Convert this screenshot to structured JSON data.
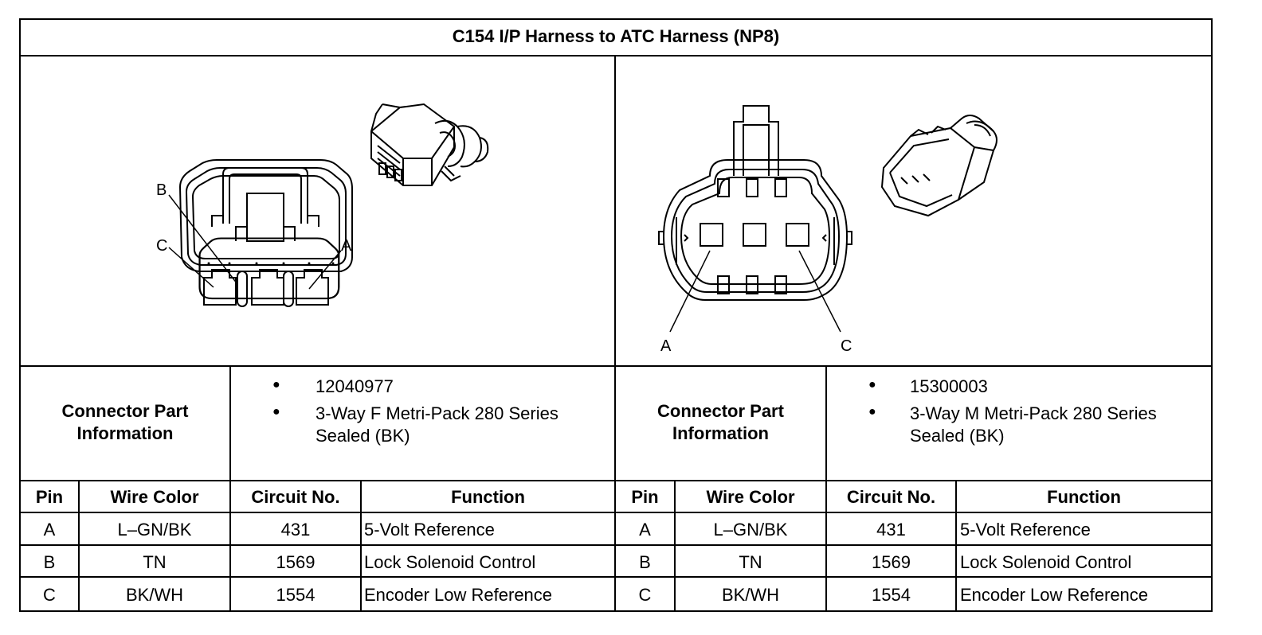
{
  "title": "C154 I/P Harness to ATC Harness (NP8)",
  "connectors": [
    {
      "info_label_line1": "Connector Part",
      "info_label_line2": "Information",
      "part_number": "12040977",
      "description_line1": "3-Way F Metri-Pack 280 Series",
      "description_line2": "Sealed (BK)",
      "pin_labels": {
        "a": "A",
        "b": "B",
        "c": "C"
      }
    },
    {
      "info_label_line1": "Connector Part",
      "info_label_line2": "Information",
      "part_number": "15300003",
      "description_line1": "3-Way M Metri-Pack 280 Series",
      "description_line2": "Sealed (BK)",
      "pin_labels": {
        "a": "A",
        "c": "C"
      }
    }
  ],
  "table_headers": [
    "Pin",
    "Wire Color",
    "Circuit No.",
    "Function"
  ],
  "rows": [
    [
      "A",
      "L–GN/BK",
      "431",
      "5-Volt Reference"
    ],
    [
      "B",
      "TN",
      "1569",
      "Lock Solenoid Control"
    ],
    [
      "C",
      "BK/WH",
      "1554",
      "Encoder Low Reference"
    ]
  ],
  "bullet": "●",
  "colors": {
    "line": "#000000",
    "background": "#ffffff"
  }
}
